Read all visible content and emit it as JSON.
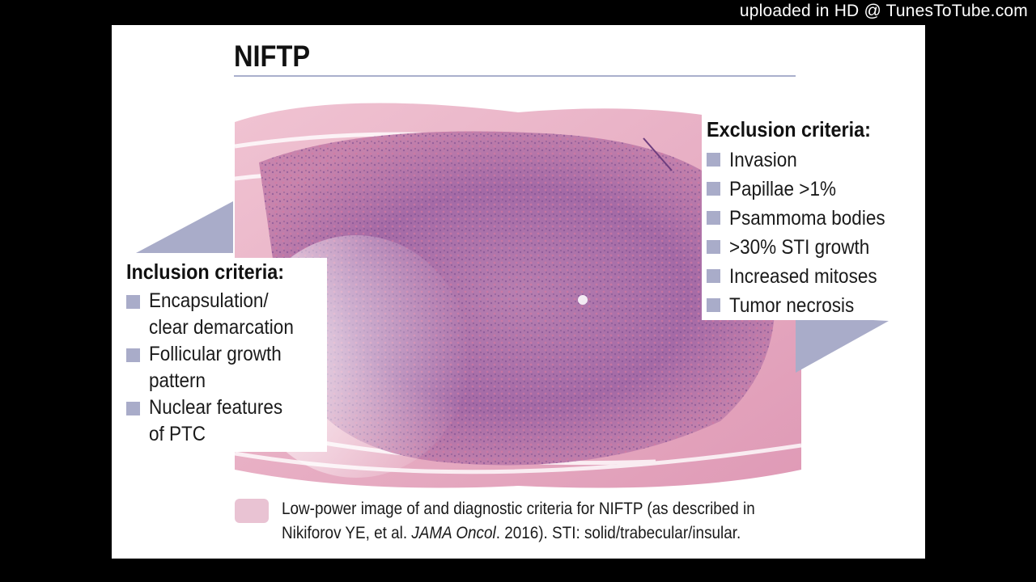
{
  "watermark": "uploaded in HD @ TunesToTube.com",
  "slide": {
    "title": "NIFTP",
    "exclusion": {
      "heading": "Exclusion criteria:",
      "items": [
        "Invasion",
        "Papillae >1%",
        "Psammoma bodies",
        ">30% STI growth",
        "Increased mitoses",
        "Tumor necrosis"
      ]
    },
    "inclusion": {
      "heading": "Inclusion criteria:",
      "items": [
        {
          "line1": "Encapsulation/",
          "line2": "clear demarcation"
        },
        {
          "line1": "Follicular growth",
          "line2": "pattern"
        },
        {
          "line1": "Nuclear features",
          "line2": "of PTC"
        }
      ]
    },
    "caption": {
      "line1": "Low-power image of and diagnostic criteria for NIFTP (as described in",
      "line2_pre": "Nikiforov YE, et al. ",
      "line2_journal": "JAMA Oncol",
      "line2_post": ". 2016). STI: solid/trabecular/insular."
    }
  },
  "colors": {
    "accent": "#a9acc9",
    "tissue_pink": "#d98aa8",
    "tissue_purple": "#8a5fa0"
  }
}
